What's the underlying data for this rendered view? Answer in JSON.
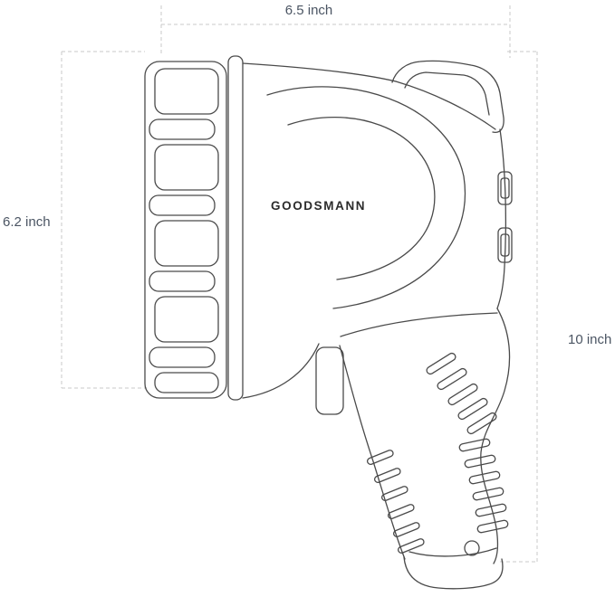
{
  "drawing": {
    "brand_label": "GOODSMANN",
    "labels": {
      "width_top": "6.5 inch",
      "height_left": "6.2 inch",
      "height_right": "10 inch"
    },
    "colors": {
      "line": "#4a4a4a",
      "dim": "#c9c9c9",
      "label_text": "#4b5563",
      "brand_text": "#2b2b2b",
      "background": "#ffffff"
    }
  }
}
